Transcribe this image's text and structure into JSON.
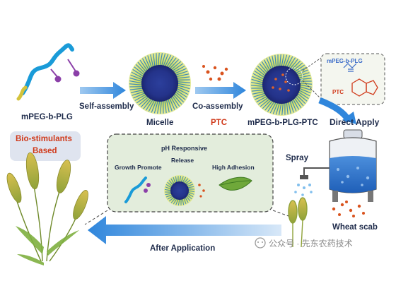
{
  "colors": {
    "arrow": "#2f86dc",
    "text": "#1d2a4a",
    "red": "#d0391a",
    "panel": "#e3eddc",
    "badge": "#dfe4ef"
  },
  "top_row": {
    "polymer_label": "mPEG-b-PLG",
    "step1": "Self-assembly",
    "micelle_label": "Micelle",
    "step2": "Co-assembly",
    "ptc_label": "PTC",
    "product_label": "mPEG-b-PLG-PTC",
    "direct_apply": "Direct Apply"
  },
  "inset": {
    "polymer": "mPEG-b-PLG",
    "drug": "PTC"
  },
  "badge": {
    "line1": "Bio-stimulants",
    "line2": "Based"
  },
  "panel": {
    "title": "pH Responsive",
    "growth": "Growth Promote",
    "release": "Release",
    "adhesion": "High Adhesion"
  },
  "spray_label": "Spray",
  "wheat_scab_label": "Wheat scab",
  "after_label": "After Application",
  "watermark": {
    "text": "公众号 · 先东农药技术",
    "icon": "wechat-icon"
  }
}
